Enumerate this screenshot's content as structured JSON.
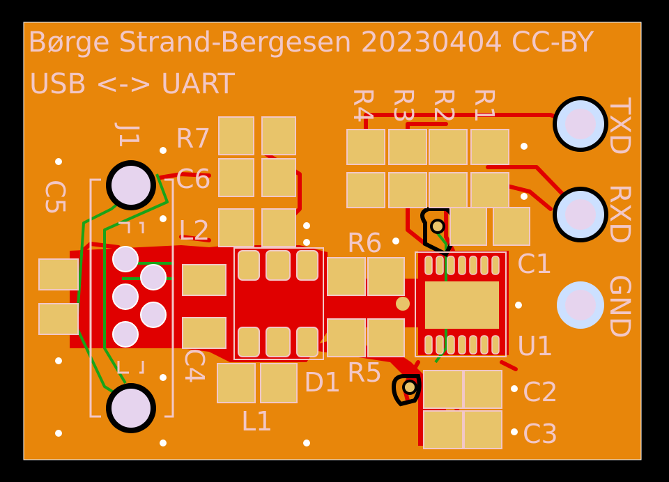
{
  "board": {
    "credit_line": "Børge Strand-Bergesen 20230404 CC-BY",
    "title_line": "USB <-> UART"
  },
  "colors": {
    "background": "#000000",
    "board_fill": "#e8860a",
    "copper_top": "#e00000",
    "copper_inner": "#e8860a",
    "pad": "#e8c46a",
    "silkscreen": "#f2c7c7",
    "trace_green": "#19a319",
    "via_fill": "#ffffff",
    "thru_hole_ring": "#cce0ff",
    "thru_hole_drill": "#e6d4ee"
  },
  "components": {
    "R1": "R1",
    "R2": "R2",
    "R3": "R3",
    "R4": "R4",
    "R5": "R5",
    "R6": "R6",
    "R7": "R7",
    "C1": "C1",
    "C2": "C2",
    "C3": "C3",
    "C4": "C4",
    "C5": "C5",
    "C6": "C6",
    "L1": "L1",
    "L2": "L2",
    "D1": "D1",
    "U1": "U1",
    "J1": "J1"
  },
  "pins": {
    "txd": "TXD",
    "rxd": "RXD",
    "gnd": "GND"
  }
}
